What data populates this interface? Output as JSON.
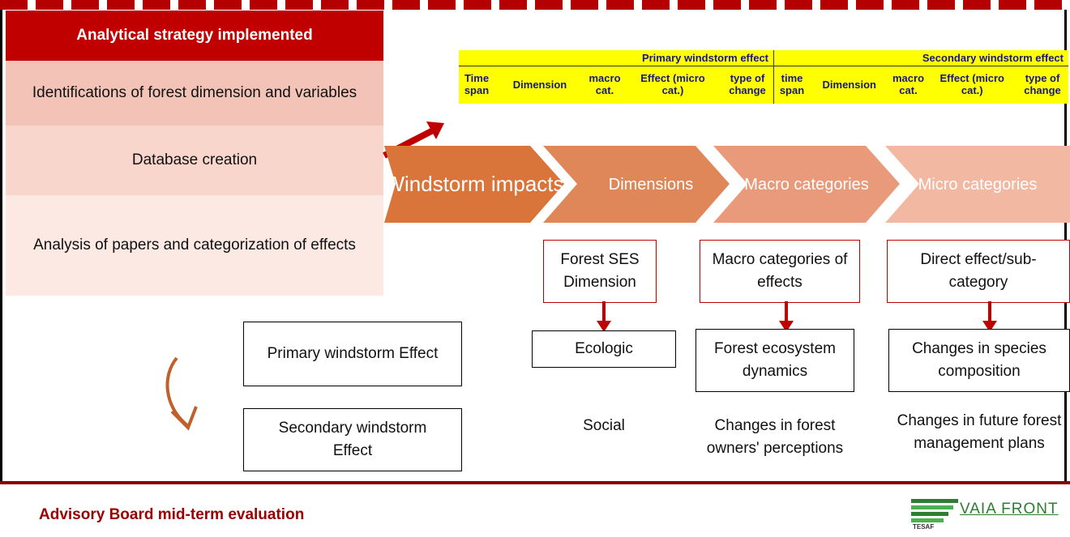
{
  "strategy": {
    "header": "Analytical strategy implemented",
    "steps": [
      "Identifications of forest dimension and variables",
      "Database creation",
      "Analysis of papers and categorization of effects"
    ]
  },
  "table": {
    "primary_title": "Primary windstorm effect",
    "secondary_title": "Secondary windstorm effect",
    "primary_columns": [
      "Time span",
      "Dimension",
      "macro cat.",
      "Effect (micro cat.)",
      "type of change"
    ],
    "secondary_columns": [
      "time span",
      "Dimension",
      "macro cat.",
      "Effect (micro cat.)",
      "type of change"
    ]
  },
  "flow": [
    {
      "label": "Windstorm impacts",
      "color": "#d9743a",
      "text_color": "#ffffff"
    },
    {
      "label": "Dimensions",
      "color": "#e0875a",
      "text_color": "#ffffff"
    },
    {
      "label": "Macro categories",
      "color": "#e99a7a",
      "text_color": "#ffffff"
    },
    {
      "label": "Micro categories",
      "color": "#f2b8a2",
      "text_color": "#ffffff"
    }
  ],
  "definitions": [
    {
      "label": "Forest SES Dimension"
    },
    {
      "label": "Macro categories of effects"
    },
    {
      "label": "Direct effect/sub-category"
    }
  ],
  "effect_types": {
    "primary": "Primary windstorm Effect",
    "secondary": "Secondary windstorm Effect"
  },
  "examples_primary": [
    "Ecologic",
    "Forest ecosystem dynamics",
    "Changes in species composition"
  ],
  "examples_secondary": [
    "Social",
    "Changes in forest owners' perceptions",
    "Changes in future forest management plans"
  ],
  "footer": "Advisory Board mid-term evaluation",
  "logo": {
    "name": "VAIA FRONT",
    "sub": "TESAF"
  },
  "colors": {
    "accent_red": "#c00000",
    "arrow_red": "#c00000",
    "curved_arrow": "#c0602a",
    "table_bg": "#ffff00"
  }
}
